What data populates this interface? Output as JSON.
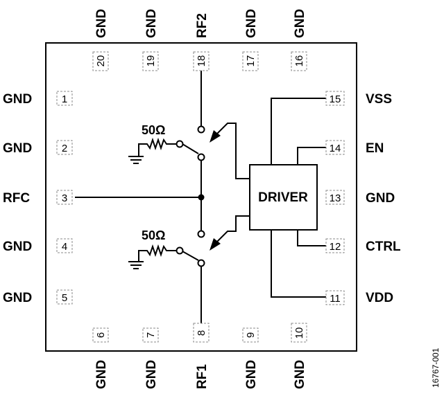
{
  "pins": {
    "p1": {
      "num": "1",
      "name": "GND"
    },
    "p2": {
      "num": "2",
      "name": "GND"
    },
    "p3": {
      "num": "3",
      "name": "RFC"
    },
    "p4": {
      "num": "4",
      "name": "GND"
    },
    "p5": {
      "num": "5",
      "name": "GND"
    },
    "p6": {
      "num": "6",
      "name": "GND"
    },
    "p7": {
      "num": "7",
      "name": "GND"
    },
    "p8": {
      "num": "8",
      "name": "RF1"
    },
    "p9": {
      "num": "9",
      "name": "GND"
    },
    "p10": {
      "num": "10",
      "name": "GND"
    },
    "p11": {
      "num": "11",
      "name": "VDD"
    },
    "p12": {
      "num": "12",
      "name": "CTRL"
    },
    "p13": {
      "num": "13",
      "name": "GND"
    },
    "p14": {
      "num": "14",
      "name": "EN"
    },
    "p15": {
      "num": "15",
      "name": "VSS"
    },
    "p16": {
      "num": "16",
      "name": "GND"
    },
    "p17": {
      "num": "17",
      "name": "GND"
    },
    "p18": {
      "num": "18",
      "name": "RF2"
    },
    "p19": {
      "num": "19",
      "name": "GND"
    },
    "p20": {
      "num": "20",
      "name": "GND"
    }
  },
  "driver_label": "DRIVER",
  "termination": {
    "upper": "50Ω",
    "lower": "50Ω"
  },
  "figure_id": "16767-001"
}
